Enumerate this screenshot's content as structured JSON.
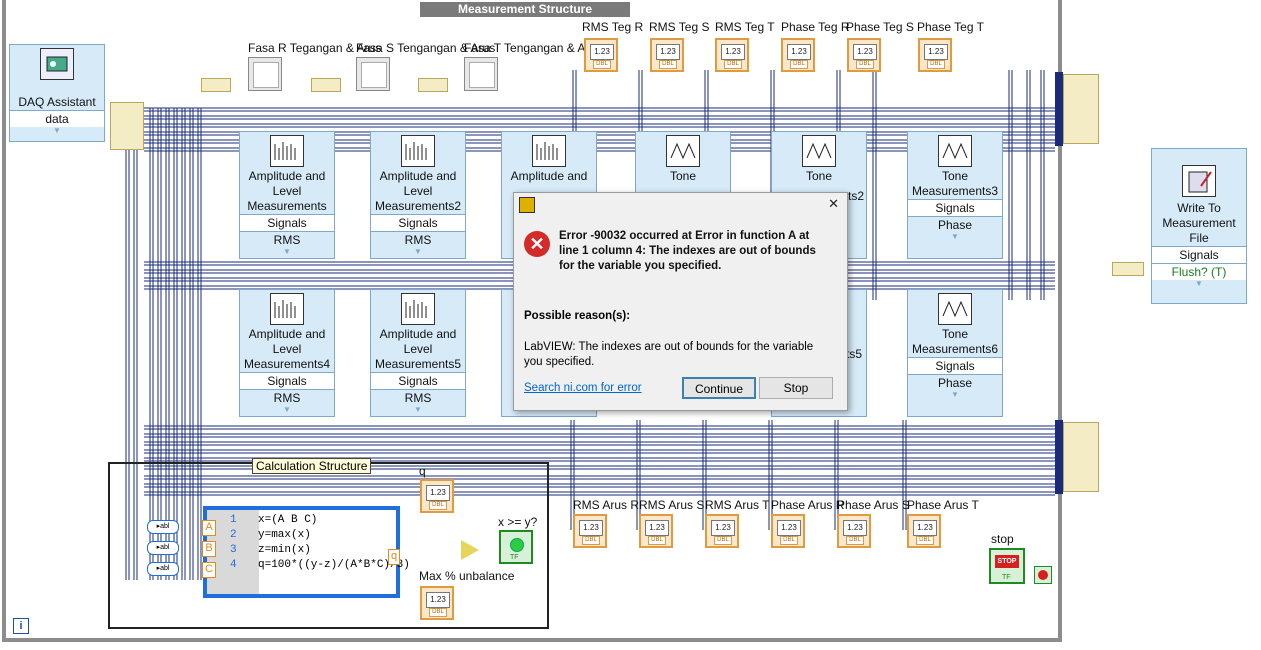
{
  "measurement_structure": {
    "title": "Measurement Structure"
  },
  "daq": {
    "title": "DAQ Assistant",
    "terminal": "data"
  },
  "graphs": [
    {
      "label": "Fasa R Tegangan & Arus"
    },
    {
      "label": "Fasa S Tengangan & Arus"
    },
    {
      "label": "Fasa T Tengangan & Arus"
    }
  ],
  "top_indicators": [
    {
      "label": "RMS Teg R",
      "value": "1.23",
      "type": "DBL"
    },
    {
      "label": "RMS Teg S",
      "value": "1.23",
      "type": "DBL"
    },
    {
      "label": "RMS Teg T",
      "value": "1.23",
      "type": "DBL"
    },
    {
      "label": "Phase Teg R",
      "value": "1.23",
      "type": "DBL"
    },
    {
      "label": "Phase Teg S",
      "value": "1.23",
      "type": "DBL"
    },
    {
      "label": "Phase Teg T",
      "value": "1.23",
      "type": "DBL"
    }
  ],
  "bottom_indicators": [
    {
      "label": "RMS Arus R",
      "value": "1.23",
      "type": "DBL"
    },
    {
      "label": "RMS Arus S",
      "value": "1.23",
      "type": "DBL"
    },
    {
      "label": "RMS Arus T",
      "value": "1.23",
      "type": "DBL"
    },
    {
      "label": "Phase Arus R",
      "value": "1.23",
      "type": "DBL"
    },
    {
      "label": "Phase Arus S",
      "value": "1.23",
      "type": "DBL"
    },
    {
      "label": "Phase Arus T",
      "value": "1.23",
      "type": "DBL"
    }
  ],
  "measurements": [
    {
      "title": "Amplitude and Level Measurements",
      "t1": "Signals",
      "t2": "RMS"
    },
    {
      "title": "Amplitude and Level Measurements2",
      "t1": "Signals",
      "t2": "RMS"
    },
    {
      "title": "Amplitude and",
      "t1": "",
      "t2": ""
    },
    {
      "title": "Tone",
      "t1": "",
      "t2": ""
    },
    {
      "title": "Tone",
      "t1": "",
      "t2": ""
    },
    {
      "title": "Tone Measurements3",
      "t1": "Signals",
      "t2": "Phase"
    },
    {
      "title": "Amplitude and Level Measurements4",
      "t1": "Signals",
      "t2": "RMS"
    },
    {
      "title": "Amplitude and Level Measurements5",
      "t1": "Signals",
      "t2": "RMS"
    },
    {
      "title": "Tone Measurements6",
      "t1": "Signals",
      "t2": "Phase"
    }
  ],
  "partial_labels": {
    "tone_top": "ts2",
    "tone_bottom": "ts5"
  },
  "write_file": {
    "title": "Write To Measurement File",
    "t1": "Signals",
    "t2": "Flush? (T)"
  },
  "calc": {
    "title": "Calculation Structure",
    "inputs": [
      "A",
      "B",
      "C"
    ],
    "output": "q",
    "lines": [
      {
        "n": "1",
        "code": "x=(A B C)"
      },
      {
        "n": "2",
        "code": "y=max(x)"
      },
      {
        "n": "3",
        "code": "z=min(x)"
      },
      {
        "n": "4",
        "code": "q=100*((y-z)/(A*B*C)/3)"
      }
    ],
    "q_indicator": {
      "label": "q",
      "value": "1.23",
      "type": "DBL"
    },
    "max_control": {
      "label": "Max % unbalance",
      "value": "1.23",
      "type": "DBL"
    },
    "compare_label": "x >= y?",
    "bool_type": "TF",
    "info": "i"
  },
  "stop": {
    "label": "stop",
    "button": "STOP",
    "type": "TF"
  },
  "dialog": {
    "message": "Error -90032 occurred at Error in function A at line 1 column 4:  The indexes are out of bounds for the variable you specified.",
    "reason_title": "Possible reason(s):",
    "detail": "LabVIEW:  The indexes are out of bounds for the variable you specified.",
    "link": "Search ni.com for error",
    "continue": "Continue",
    "stop": "Stop",
    "close": "✕"
  }
}
